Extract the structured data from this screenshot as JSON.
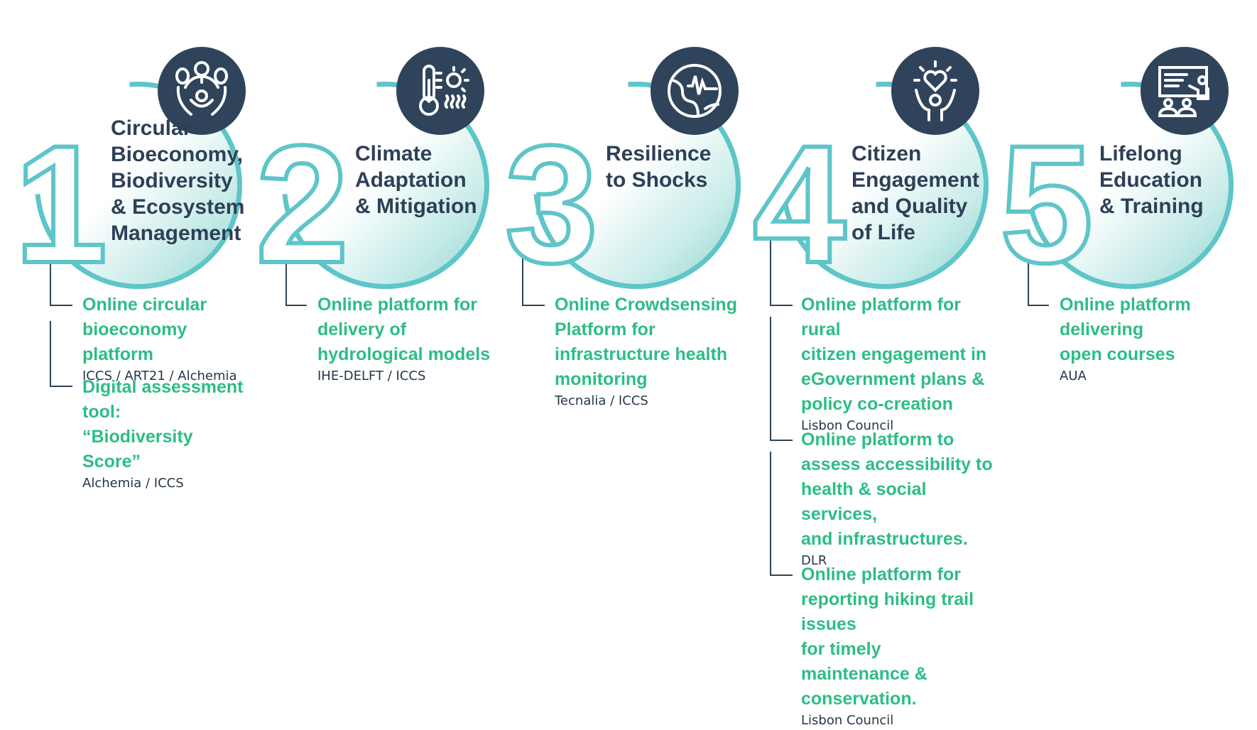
{
  "colors": {
    "teal": "#5ec5c9",
    "navy": "#2f435b",
    "green": "#2dbd84"
  },
  "pillars": [
    {
      "number": "1",
      "icon": "hands-holding-earth-trees-icon",
      "title": [
        "Circular",
        "Bioeconomy,",
        "Biodiversity",
        "& Ecosystem",
        "Management"
      ],
      "items": [
        {
          "label": "Online circular\nbioeconomy platform",
          "org": "ICCS / ART21 / Alchemia"
        },
        {
          "label": "Digital assessment tool:\n“Biodiversity Score”",
          "org": "Alchemia / ICCS"
        }
      ]
    },
    {
      "number": "2",
      "icon": "thermometer-sun-icon",
      "title": [
        "Climate",
        "Adaptation",
        "& Mitigation"
      ],
      "items": [
        {
          "label": "Online platform for\ndelivery of\nhydrological models",
          "org": "IHE-DELFT / ICCS"
        }
      ]
    },
    {
      "number": "3",
      "icon": "globe-seismic-wave-icon",
      "title": [
        "Resilience",
        "to Shocks"
      ],
      "items": [
        {
          "label": "Online Crowdsensing\nPlatform for\ninfrastructure health\nmonitoring",
          "org": "Tecnalia / ICCS"
        }
      ]
    },
    {
      "number": "4",
      "icon": "person-heart-raised-hands-icon",
      "title": [
        "Citizen",
        "Engagement",
        "and Quality",
        "of Life"
      ],
      "items": [
        {
          "label": "Online platform for rural\ncitizen engagement in\neGovernment plans &\npolicy co-creation",
          "org": "Lisbon Council"
        },
        {
          "label": "Online platform to\nassess accessibility to\nhealth & social services,\nand infrastructures.",
          "org": "DLR"
        },
        {
          "label": "Online platform for\nreporting hiking trail issues\nfor timely maintenance &\nconservation.",
          "org": "Lisbon Council"
        }
      ]
    },
    {
      "number": "5",
      "icon": "teacher-classroom-icon",
      "title": [
        "Lifelong",
        "Education",
        "& Training"
      ],
      "items": [
        {
          "label": "Online platform\ndelivering\nopen courses",
          "org": "AUA"
        }
      ]
    }
  ]
}
